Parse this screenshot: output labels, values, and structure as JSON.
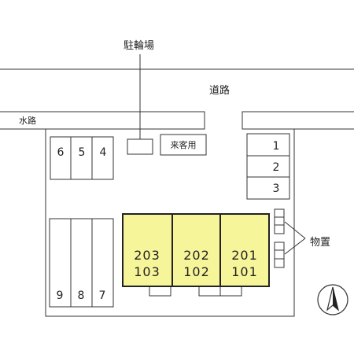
{
  "labels": {
    "bicycle_parking": "駐輪場",
    "road": "道路",
    "waterway": "水路",
    "visitor_parking": "来客用",
    "storage": "物置"
  },
  "parking_top_left": [
    "6",
    "5",
    "4"
  ],
  "parking_right": [
    "1",
    "2",
    "3"
  ],
  "parking_bottom_left": [
    "9",
    "8",
    "7"
  ],
  "units": [
    {
      "upper": "203",
      "lower": "103"
    },
    {
      "upper": "202",
      "lower": "102"
    },
    {
      "upper": "201",
      "lower": "101"
    }
  ],
  "colors": {
    "building_fill": "#f7f59a",
    "building_stroke": "#222222",
    "line": "#333333"
  },
  "icons": {
    "north": "north-arrow-icon"
  }
}
